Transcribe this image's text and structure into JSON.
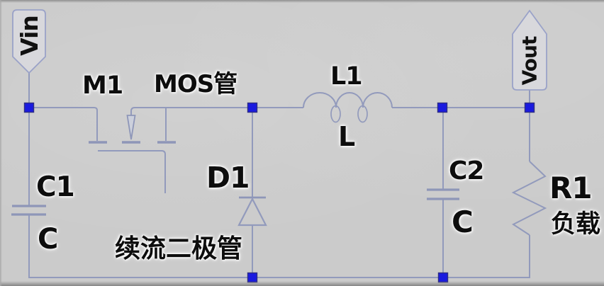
{
  "diagram": {
    "type": "circuit-schematic",
    "subject": "buck converter power stage"
  },
  "flags": {
    "vin": "Vin",
    "vout": "Vout"
  },
  "labels": {
    "m1": "M1",
    "mos_cn": "MOS管",
    "l1": "L1",
    "l": "L",
    "d1": "D1",
    "c1": "C1",
    "c1_sub": "C",
    "c2": "C2",
    "c2_sub": "C",
    "r1": "R1",
    "load_cn": "负载",
    "freewheel_cn": "续流二极管"
  },
  "colors": {
    "background": "#cbcbcb",
    "wire": "#929abc",
    "node_fill": "#1a1adf",
    "node_border": "#2d2d85",
    "label_text": "#0d0d0d",
    "flag_fill": "#d8d8dc",
    "flag_border": "#9aa2c8"
  }
}
